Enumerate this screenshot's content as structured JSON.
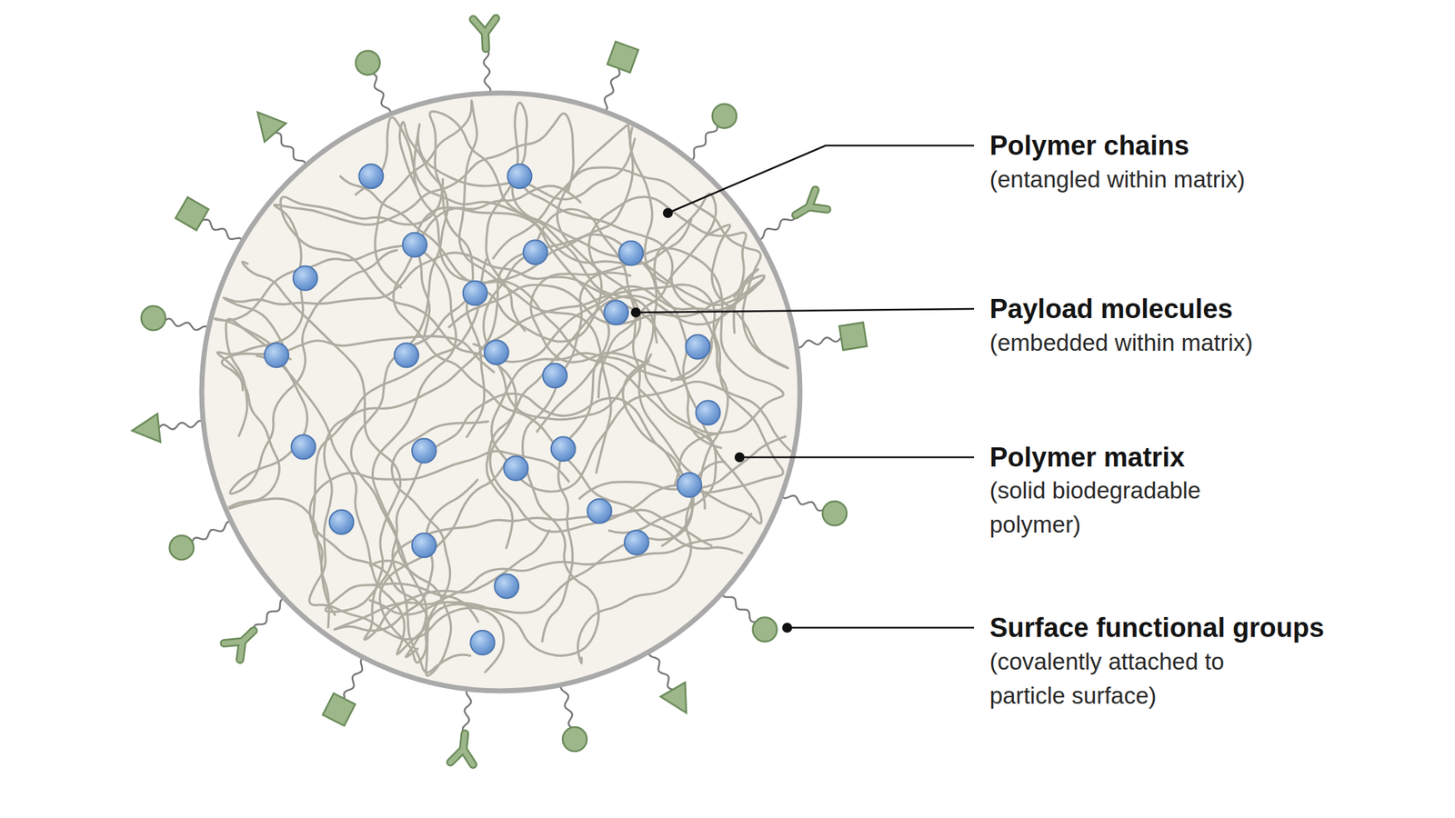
{
  "diagram": {
    "labels": [
      "Polymer chains",
      "(entangled within matrix)",
      "Payload molecules",
      "(embedded within matrix)",
      "Polymer matrix",
      "(solid biodegradable polymer)",
      "Surface functional groups",
      "(covalently attached to particle surface)"
    ]
  }
}
